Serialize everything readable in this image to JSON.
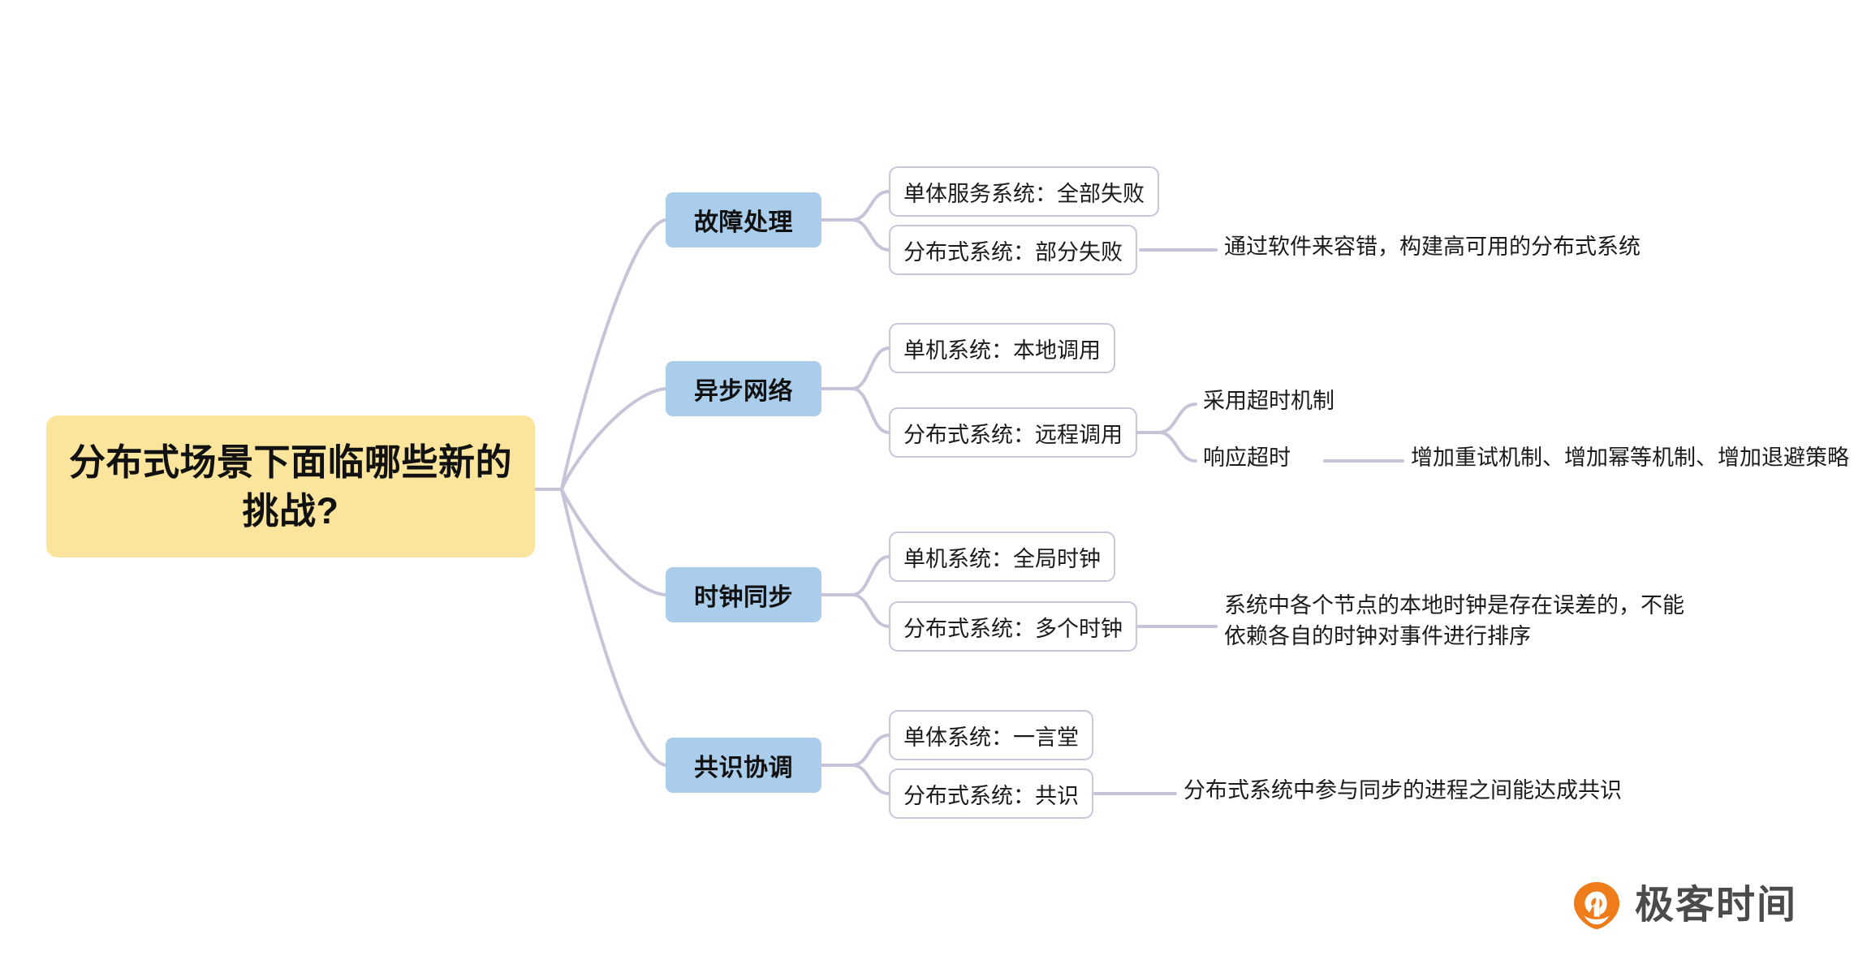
{
  "diagram": {
    "type": "mindmap",
    "background": "#ffffff",
    "colors": {
      "root_fill": "#fbe49b",
      "branch_fill": "#aacdec",
      "leaf_border": "#c8c6da",
      "connector": "#c6c4d8",
      "text": "#1a1a1a",
      "brand_orange": "#ef7c1b",
      "brand_gray": "#4b4b4b"
    },
    "root": {
      "label": "分布式场景下面临哪些新的挑战?"
    },
    "branches": [
      {
        "label": "故障处理",
        "children": [
          {
            "label": "单体服务系统：全部失败",
            "children": []
          },
          {
            "label": "分布式系统：部分失败",
            "children": [
              {
                "label": "通过软件来容错，构建高可用的分布式系统"
              }
            ]
          }
        ]
      },
      {
        "label": "异步网络",
        "children": [
          {
            "label": "单机系统：本地调用",
            "children": []
          },
          {
            "label": "分布式系统：远程调用",
            "children": [
              {
                "label": "采用超时机制"
              },
              {
                "label": "响应超时",
                "children": [
                  {
                    "label": "增加重试机制、增加幂等机制、增加退避策略"
                  }
                ]
              }
            ]
          }
        ]
      },
      {
        "label": "时钟同步",
        "children": [
          {
            "label": "单机系统：全局时钟",
            "children": []
          },
          {
            "label": "分布式系统：多个时钟",
            "children": [
              {
                "label": "系统中各个节点的本地时钟是存在误差的，不能\n依赖各自的时钟对事件进行排序"
              }
            ]
          }
        ]
      },
      {
        "label": "共识协调",
        "children": [
          {
            "label": "单体系统：一言堂",
            "children": []
          },
          {
            "label": "分布式系统：共识",
            "children": [
              {
                "label": "分布式系统中参与同步的进程之间能达成共识"
              }
            ]
          }
        ]
      }
    ]
  },
  "brand": {
    "name": "极客时间",
    "mark": "geektime-logo-icon"
  }
}
